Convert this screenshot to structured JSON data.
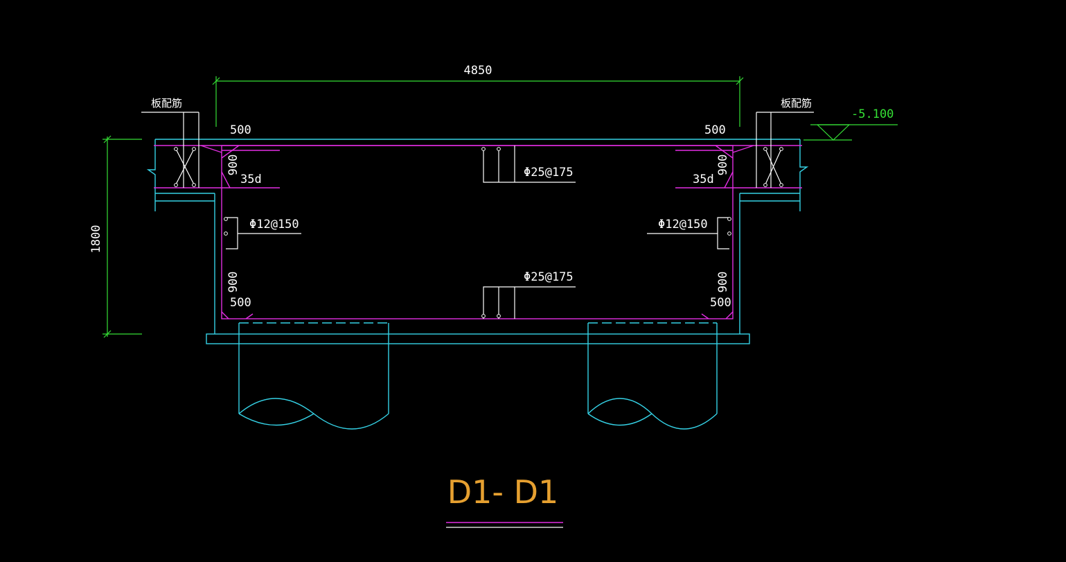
{
  "drawing": {
    "title": "D1- D1",
    "overall_width_label": "4850",
    "height_label": "1800",
    "elevation_label": "-5.100",
    "slab_note_left": "板配筋",
    "slab_note_right": "板配筋",
    "top_bar_label": "Φ25@175",
    "bottom_bar_label": "Φ25@175",
    "wall_bar_left_label": "Φ12@150",
    "wall_bar_right_label": "Φ12@150",
    "anchor_left_label": "35d",
    "anchor_right_label": "35d",
    "haunch_top_left_w": "500",
    "haunch_top_right_w": "500",
    "haunch_top_left_h": "900",
    "haunch_top_right_h": "900",
    "haunch_bot_left_h": "900",
    "haunch_bot_right_h": "900",
    "haunch_bot_left_w": "500",
    "haunch_bot_right_w": "500"
  },
  "colors": {
    "background": "#000000",
    "concrete": "#35d2e6",
    "rebar": "#e22ee2",
    "dimension": "#35e035",
    "title": "#e6a030",
    "text": "#ffffff"
  }
}
